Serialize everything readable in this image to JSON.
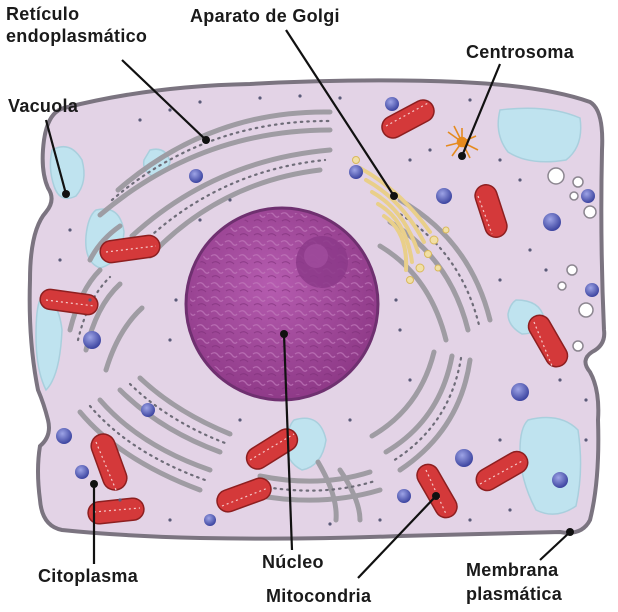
{
  "labels": {
    "reticulo_line1": "Retículo",
    "reticulo_line2": "endoplasmático",
    "golgi": "Aparato de Golgi",
    "centrosoma": "Centrosoma",
    "vacuola": "Vacuola",
    "citoplasma": "Citoplasma",
    "nucleo": "Núcleo",
    "mitocondria": "Mitocondria",
    "membrana_line1": "Membrana",
    "membrana_line2": "plasmática"
  },
  "colors": {
    "cytoplasm": "#e3d3e6",
    "membrane": "#7b7480",
    "nucleus": "#a6479f",
    "nucleolus": "#8c3a8a",
    "mitochondria": "#d4393a",
    "vacuole": "#bfe3ef",
    "er": "#9c9aa0",
    "golgi": "#e9cf8a",
    "vesicle": "#4e55b0",
    "centrosome": "#e58a1f"
  }
}
